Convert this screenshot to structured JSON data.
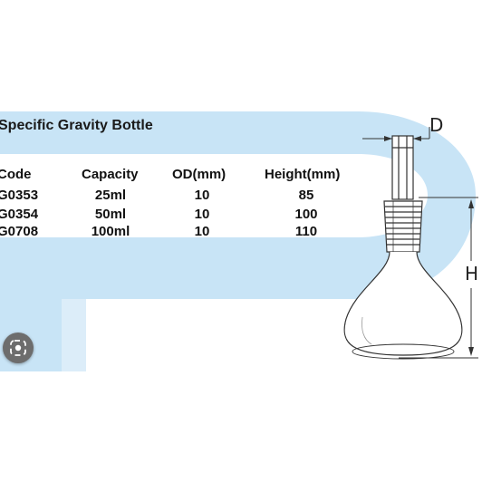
{
  "title": "Specific Gravity Bottle",
  "table": {
    "headers": [
      "Code",
      "Capacity",
      "OD(mm)",
      "Height(mm)"
    ],
    "rows": [
      [
        "G0353",
        "25ml",
        "10",
        "85"
      ],
      [
        "G0354",
        "50ml",
        "10",
        "100"
      ],
      [
        "G0708",
        "100ml",
        "10",
        "110"
      ]
    ]
  },
  "diagram": {
    "label_d": "D",
    "label_h": "H"
  },
  "colors": {
    "background_shape": "#c8e4f6",
    "bottle_stroke": "#333333",
    "lens_button": "#6d6d6d"
  },
  "icons": {
    "lens": "lens-search-icon"
  }
}
